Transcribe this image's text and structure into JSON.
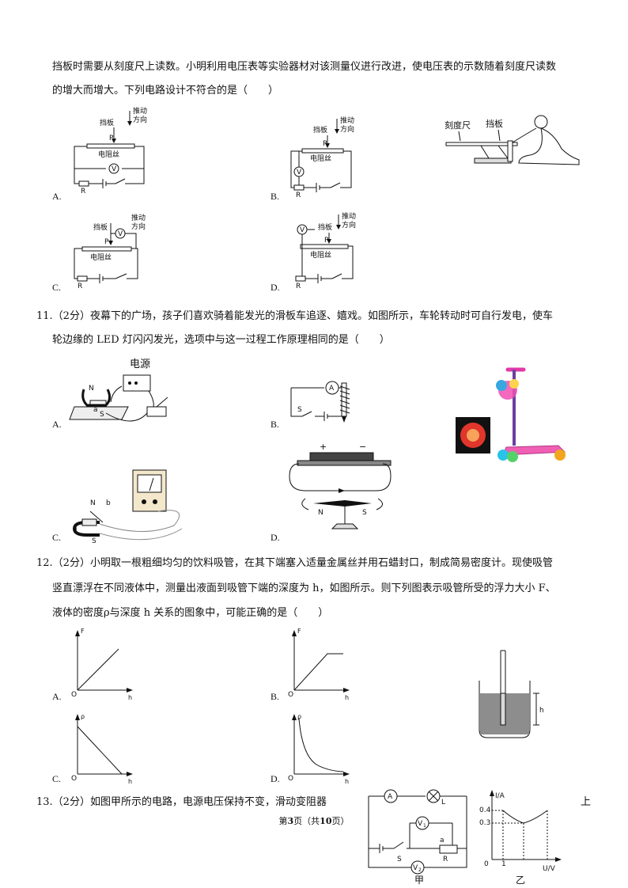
{
  "q10": {
    "line1": "挡板时需要从刻度尺上读数。小明利用电压表等实验器材对该测量仪进行改进，使电压表的示数随着刻度尺读数",
    "line2": "的增大而增大。下列电路设计不符合的是（　　）",
    "opt_a": "A.",
    "opt_b": "B.",
    "opt_c": "C.",
    "opt_d": "D.",
    "baffle": "挡板",
    "push": "推动",
    "direction": "方向",
    "wire": "电阻丝",
    "p": "P",
    "r": "R",
    "v": "V",
    "ruler": "刻度尺"
  },
  "q11": {
    "line1": "11.（2分）夜幕下的广场，孩子们喜欢骑着能发光的滑板车追逐、嬉戏。如图所示，车轮转动时可自行发电，使车",
    "line2": "轮边缘的 LED 灯闪闪发光，选项中与这一过程工作原理相同的是（　　）",
    "opt_a": "A.",
    "opt_b": "B.",
    "opt_c": "C.",
    "opt_d": "D.",
    "power": "电源",
    "n": "N",
    "s": "S",
    "a": "a",
    "b": "b",
    "ammeter": "A",
    "plus": "+",
    "minus": "−"
  },
  "q12": {
    "line1": "12.（2分）小明取一根粗细均匀的饮料吸管，在其下端塞入适量金属丝并用石蜡封口，制成简易密度计。现使吸管",
    "line2": "竖直漂浮在不同液体中，测量出液面到吸管下端的深度为 h，如图所示。则下列图表示吸管所受的浮力大小 F、",
    "line3": "液体的密度ρ与深度 h 关系的图象中，可能正确的是（　　）",
    "opt_a": "A.",
    "opt_b": "B.",
    "opt_c": "C.",
    "opt_d": "D.",
    "f": "F",
    "rho": "ρ",
    "h": "h",
    "o": "O"
  },
  "q13": {
    "line1": "13.（2分）如图甲所示的电路，电源电压保持不变，滑动变阻器",
    "tail": "上",
    "fig_jia": "甲",
    "fig_yi": "乙",
    "a": "A",
    "l": "L",
    "v1": "V",
    "v1_sub": "1",
    "v2": "V",
    "v2_sub": "2",
    "s": "S",
    "r": "R",
    "a_small": "a",
    "i_axis": "I/A",
    "u_axis": "U/V",
    "y04": "0.4",
    "y03": "0.3",
    "x1": "1",
    "origin": "0"
  },
  "footer": {
    "page": "3",
    "total": "10",
    "prefix": "第",
    "mid": "页（共",
    "suffix": "页）"
  }
}
